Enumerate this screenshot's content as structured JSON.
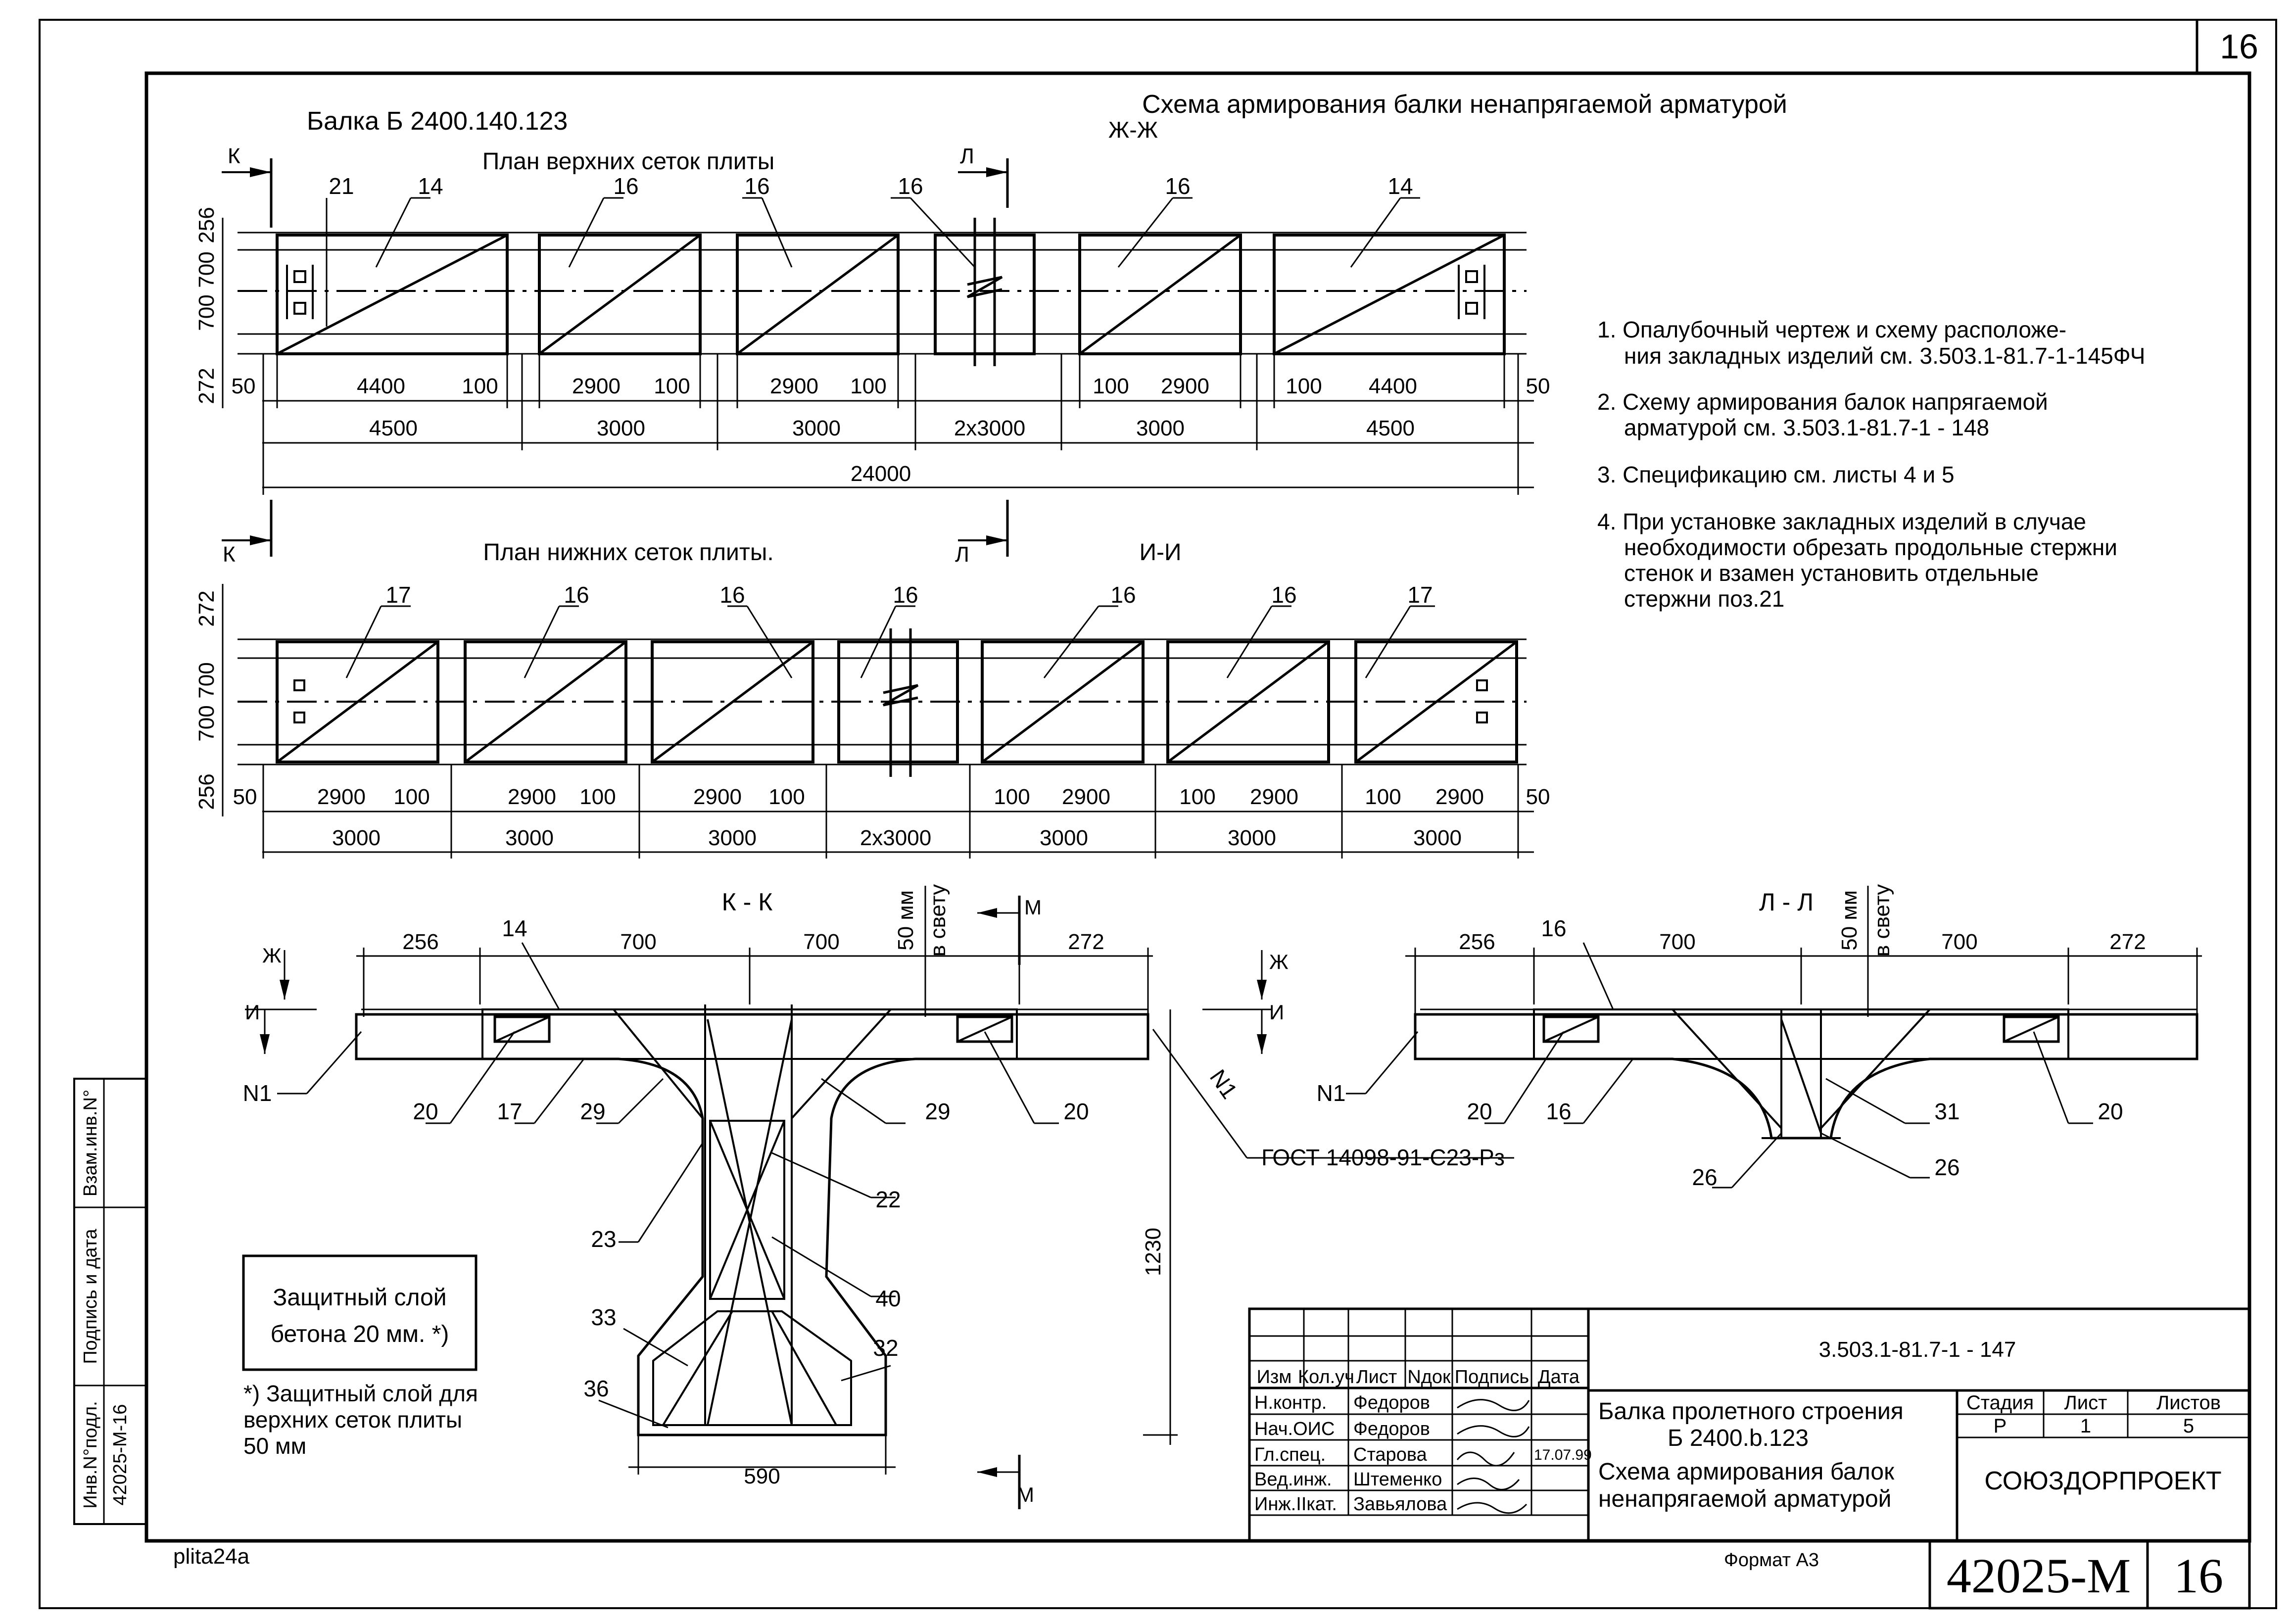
{
  "sheet_corner_number": "16",
  "beam_label": "Балка Б 2400.140.123",
  "title_line1": "Схема армирования балки ненапрягаемой арматурой",
  "title_line2": "Ж-Ж",
  "top_plan_title": "План верхних сеток плиты",
  "bottom_plan_title": "План нижних сеток плиты.",
  "section_ii": "И-И",
  "section_kk": "К - К",
  "section_ll": "Л - Л",
  "cut_k": "К",
  "cut_l": "Л",
  "cut_m": "М",
  "cut_zh": "Ж",
  "cut_i": "И",
  "top_plan": {
    "left_dims": [
      "256",
      "700",
      "700",
      "272"
    ],
    "panel_marks": [
      "21",
      "14",
      "16",
      "16",
      "16",
      "16",
      "14"
    ],
    "inner_dims": [
      "50",
      "4400",
      "100",
      "2900",
      "100",
      "2900",
      "100",
      "100",
      "2900",
      "100",
      "4400",
      "50"
    ],
    "outer_dims": [
      "4500",
      "3000",
      "3000",
      "2x3000",
      "3000",
      "4500"
    ],
    "total": "24000"
  },
  "bottom_plan": {
    "left_dims": [
      "272",
      "700",
      "700",
      "256"
    ],
    "panel_marks": [
      "17",
      "16",
      "16",
      "16",
      "16",
      "16",
      "17"
    ],
    "inner_dims": [
      "50",
      "2900",
      "100",
      "2900",
      "100",
      "2900",
      "100",
      "100",
      "2900",
      "100",
      "2900",
      "100",
      "2900",
      "50"
    ],
    "outer_dims": [
      "3000",
      "3000",
      "3000",
      "2x3000",
      "3000",
      "3000",
      "3000"
    ]
  },
  "notes": [
    "1. Опалубочный чертеж и схему расположе-",
    "ния закладных изделий см. 3.503.1-81.7-1-145ФЧ",
    "2. Схему армирования балок напрягаемой",
    "арматурой см. 3.503.1-81.7-1 - 148",
    "3. Спецификацию см. листы 4 и 5",
    "4. При установке закладных изделий в случае",
    "необходимости обрезать продольные стержни",
    "стенок и взамен установить отдельные",
    "стержни поз.21"
  ],
  "kk_section": {
    "dims": [
      "256",
      "700",
      "700",
      "50 мм",
      "в свету",
      "272"
    ],
    "marks": [
      "14",
      "N1",
      "20",
      "17",
      "29",
      "29",
      "20",
      "N1",
      "23",
      "22",
      "40",
      "33",
      "32",
      "36"
    ],
    "height": "1230",
    "bottom_width": "590",
    "gost": "ГОСТ 14098-91-С23-Рз"
  },
  "ll_section": {
    "dims": [
      "256",
      "700",
      "50 мм",
      "в свету",
      "700",
      "272"
    ],
    "marks": [
      "16",
      "N1",
      "20",
      "16",
      "31",
      "20",
      "26",
      "26"
    ]
  },
  "protect_box_line1": "Защитный слой",
  "protect_box_line2": "бетона 20 мм. *)",
  "footnote": [
    "*) Защитный слой для",
    "верхних сеток плиты",
    "50 мм"
  ],
  "side_stamp": [
    "Взам.инв.N°",
    "Подпись и дата",
    "Инв.N°подл.",
    "42025-М-16"
  ],
  "file_name": "plita24a",
  "title_block": {
    "code": "3.503.1-81.7-1 - 147",
    "headers": [
      "Изм",
      "Кол.уч",
      "Лист",
      "Nдок",
      "Подпись",
      "Дата"
    ],
    "roles": [
      "Н.контр.",
      "Нач.ОИС",
      "Гл.спец.",
      "Вед.инж.",
      "Инж.IIкат."
    ],
    "names": [
      "Федоров",
      "Федоров",
      "Старова",
      "Штеменко",
      "Завьялова"
    ],
    "date": "17.07.99",
    "desc": [
      "Балка пролетного строения",
      "Б 2400.b.123",
      "Схема армирования балок",
      "ненапрягаемой арматурой"
    ],
    "stage_headers": [
      "Стадия",
      "Лист",
      "Листов"
    ],
    "stage_values": [
      "Р",
      "1",
      "5"
    ],
    "org": "СОЮЗДОРПРОЕКТ",
    "format": "Формат А3",
    "doc_number": "42025-М",
    "sheet": "16"
  }
}
